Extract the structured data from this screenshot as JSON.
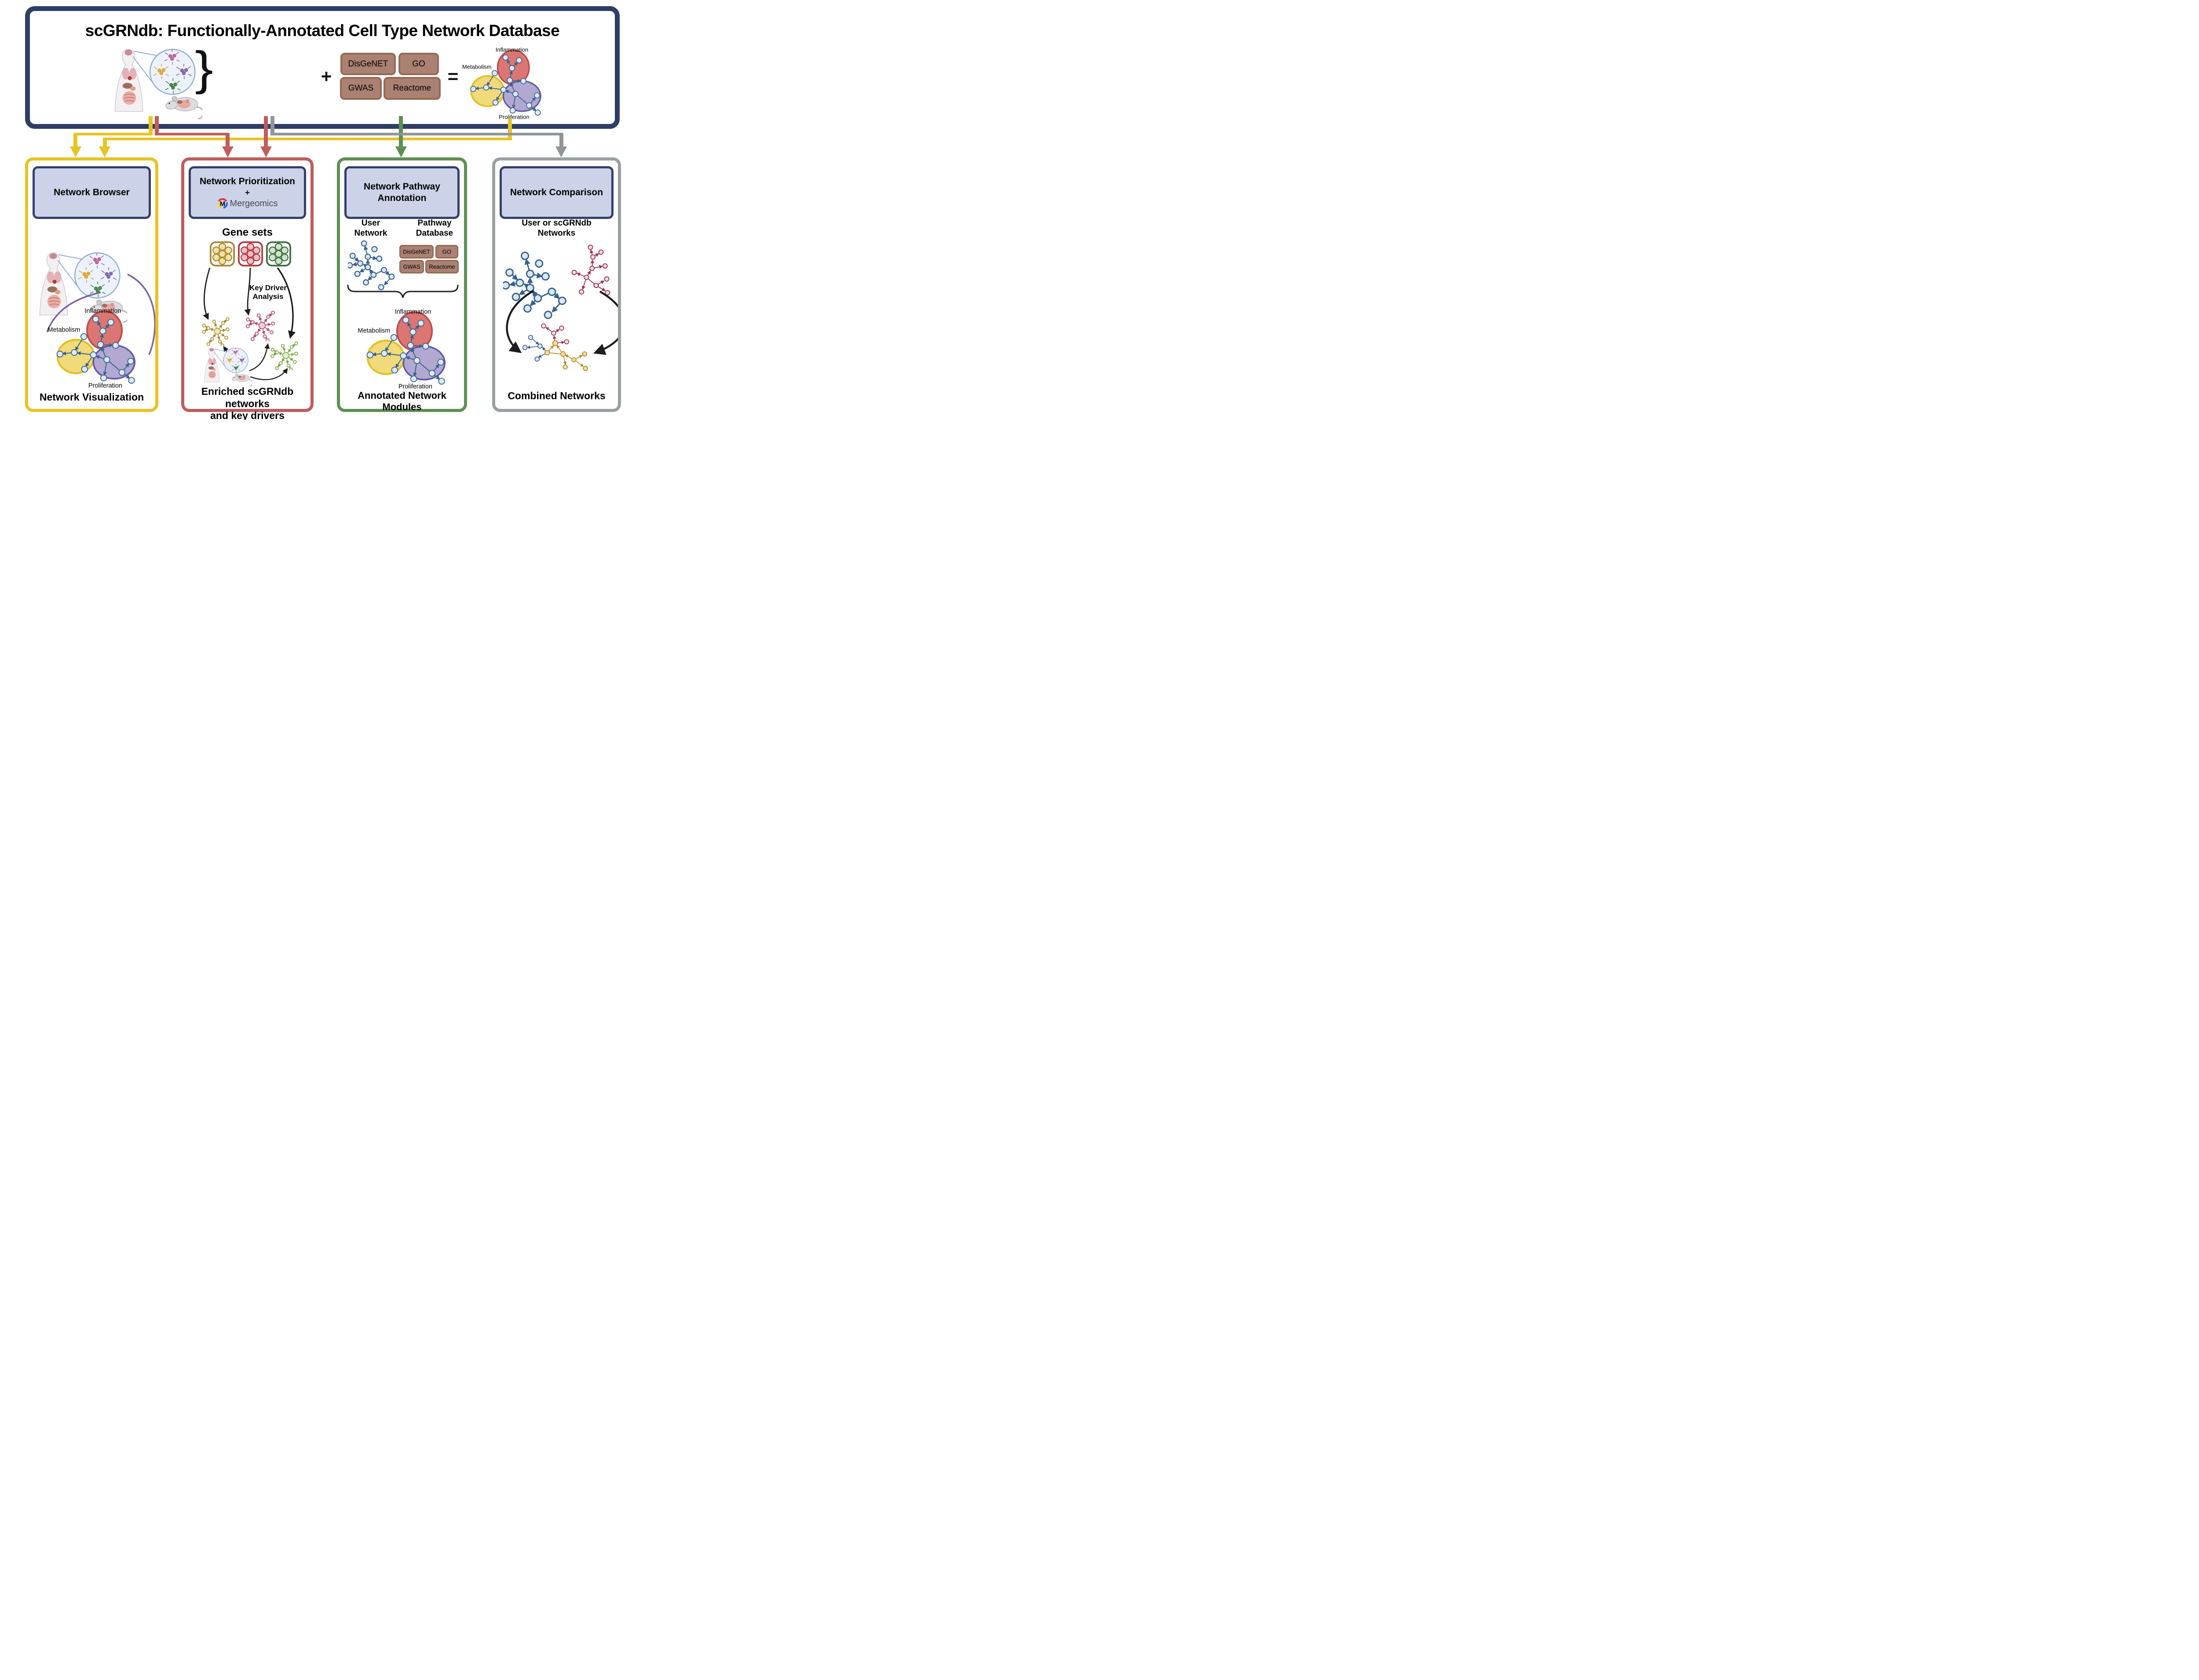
{
  "title": "scGRNdb: Functionally-Annotated Cell Type Network Database",
  "operators": {
    "plus": "+",
    "equals": "=",
    "brace": "}"
  },
  "module_labels": {
    "inflammation": "Inflammation",
    "metabolism": "Metabolism",
    "proliferation": "Proliferation"
  },
  "databases": {
    "disgenet": "DisGeNET",
    "go": "GO",
    "gwas": "GWAS",
    "reactome": "Reactome"
  },
  "panels": {
    "browser": {
      "header": "Network Browser",
      "caption": "Network Visualization"
    },
    "prioritization": {
      "header": "Network Prioritization",
      "plus": "+",
      "logo_m": "M",
      "logo_text": "Mergeomics",
      "gene_sets": "Gene sets",
      "kda1": "Key Driver",
      "kda2": "Analysis",
      "caption1": "Enriched scGRNdb networks",
      "caption2": "and key drivers"
    },
    "annotation": {
      "header1": "Network Pathway",
      "header2": "Annotation",
      "user1": "User",
      "user2": "Network",
      "pathway1": "Pathway",
      "pathway2": "Database",
      "caption": "Annotated Network Modules"
    },
    "comparison": {
      "header": "Network Comparison",
      "sub1": "User or scGRNdb",
      "sub2": "Networks",
      "caption": "Combined Networks"
    }
  },
  "colors": {
    "navy": "#2e3d64",
    "yellow": "#e7c424",
    "red": "#c05c5c",
    "green": "#5f8f55",
    "gray": "#9aa0a2",
    "header_fill": "#ccd3e8",
    "brown_fill": "#aa8172",
    "brown_border": "#946a55"
  }
}
